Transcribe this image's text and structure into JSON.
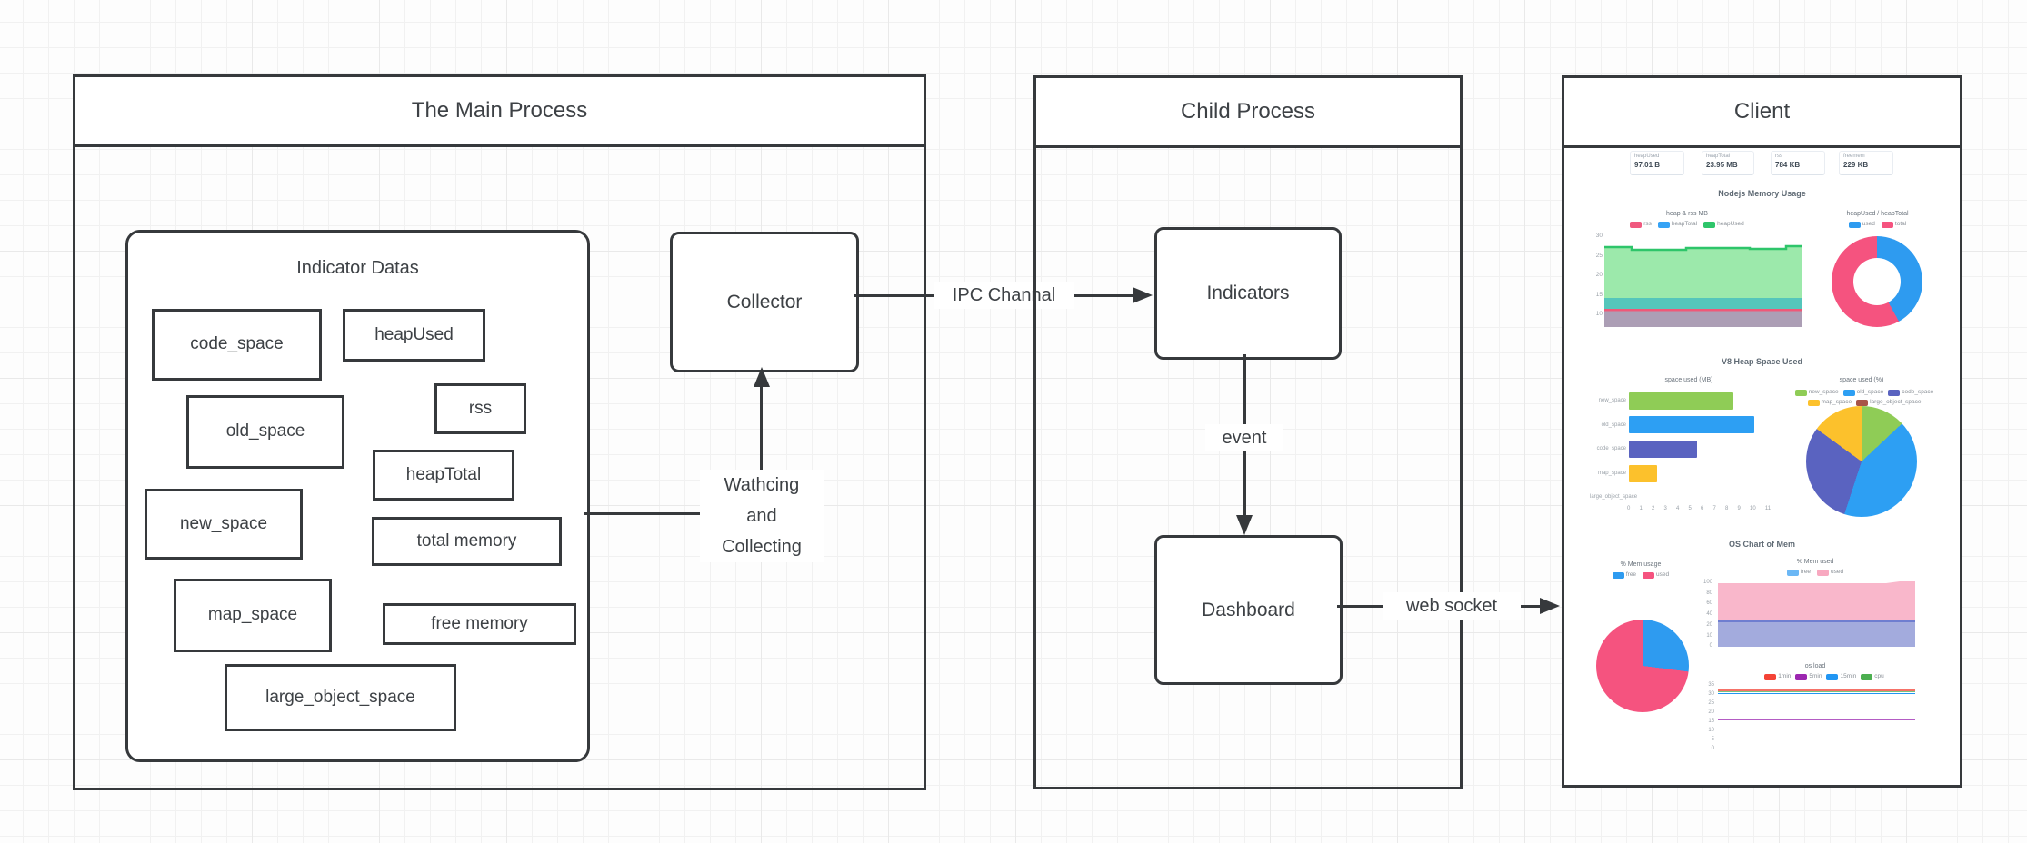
{
  "main_process": {
    "title": "The Main Process",
    "indicator_datas": {
      "title": "Indicator Datas",
      "items": [
        "code_space",
        "heapUsed",
        "old_space",
        "rss",
        "heapTotal",
        "new_space",
        "total memory",
        "map_space",
        "free memory",
        "large_object_space"
      ]
    },
    "collector_label": "Collector",
    "watching_label": "Wathcing\nand\nCollecting"
  },
  "connectors": {
    "ipc": "IPC Channal",
    "event": "event",
    "websocket": "web socket"
  },
  "child_process": {
    "title": "Child Process",
    "indicators_label": "Indicators",
    "dashboard_label": "Dashboard"
  },
  "client": {
    "title": "Client",
    "cards": [
      {
        "label": "heapUsed",
        "value": "97.01 B"
      },
      {
        "label": "heapTotal",
        "value": "23.95 MB"
      },
      {
        "label": "rss",
        "value": "784 KB"
      },
      {
        "label": "freemem",
        "value": "229 KB"
      }
    ],
    "section1": "Nodejs Memory Usage",
    "memory_area": {
      "title": "heap & rss MB",
      "legend": [
        {
          "label": "rss",
          "color": "#f0597f"
        },
        {
          "label": "heapTotal",
          "color": "#36a3f5"
        },
        {
          "label": "heapUsed",
          "color": "#2ec56a"
        }
      ],
      "y_ticks": "30\n25\n20\n15\n10",
      "colors": {
        "green_fill": "#9ce9ab",
        "green_line": "#2ec56a",
        "teal": "#55c6bb",
        "crimson": "#ef5878",
        "mauve": "#ac9eb5"
      }
    },
    "memory_donut": {
      "title": "heapUsed / heapTotal",
      "legend": [
        {
          "label": "used",
          "color": "#2e9bf0"
        },
        {
          "label": "total",
          "color": "#f5537f"
        }
      ],
      "slices": [
        {
          "color": "#2e9bf0",
          "pct": 42
        },
        {
          "color": "#f5537f",
          "pct": 58
        }
      ]
    },
    "section2": "V8 Heap Space Used",
    "space_bars": {
      "title": "space used (MB)",
      "categories": "new_space\nold_space\ncode_space\nmap_space\nlarge_object_space",
      "x_ticks": "0 1 2 3 4 5 6 7 8 9 10 11",
      "max": 11,
      "values": [
        7.3,
        8.8,
        4.8,
        2
      ],
      "colors": [
        "#8fcc56",
        "#2d9ff3",
        "#5a63c0",
        "#fcc12c"
      ]
    },
    "space_pie": {
      "title": "space used (%)",
      "legend": [
        {
          "label": "new_space",
          "color": "#8fcc56"
        },
        {
          "label": "old_space",
          "color": "#2d9ff3"
        },
        {
          "label": "code_space",
          "color": "#5a63c0"
        },
        {
          "label": "map_space",
          "color": "#fcc12c"
        },
        {
          "label": "large_object_space",
          "color": "#a85448"
        }
      ],
      "slices": [
        {
          "color": "#8fcc56",
          "pct": 13
        },
        {
          "color": "#2d9ff3",
          "pct": 42
        },
        {
          "color": "#5a63c0",
          "pct": 30
        },
        {
          "color": "#fcc12c",
          "pct": 15
        }
      ]
    },
    "section3": "OS Chart of Mem",
    "os_pie": {
      "title": "% Mem usage",
      "legend": [
        {
          "label": "free",
          "color": "#2e9bf0"
        },
        {
          "label": "used",
          "color": "#f5537f"
        }
      ],
      "slices": [
        {
          "color": "#2e9bf0",
          "pct": 27
        },
        {
          "color": "#f5537f",
          "pct": 73
        }
      ]
    },
    "os_area": {
      "title": "% Mem used",
      "legend": [
        {
          "label": "free",
          "color": "#6bb7f5"
        },
        {
          "label": "used",
          "color": "#f8a8c0"
        }
      ],
      "y_ticks": "100\n80\n60\n40\n20\n10\n0",
      "colors": {
        "pink": "#f9b7cb",
        "blue_line": "#6f7ed0",
        "periwinkle": "#a3abdd"
      }
    },
    "os_load": {
      "title": "os load",
      "legend": [
        {
          "label": "1min",
          "color": "#f44336"
        },
        {
          "label": "5min",
          "color": "#9c27b0"
        },
        {
          "label": "15min",
          "color": "#2196f3"
        },
        {
          "label": "cpu",
          "color": "#4caf50"
        }
      ],
      "y_ticks": "35\n30\n25\n20\n15\n10\n5\n0"
    }
  }
}
